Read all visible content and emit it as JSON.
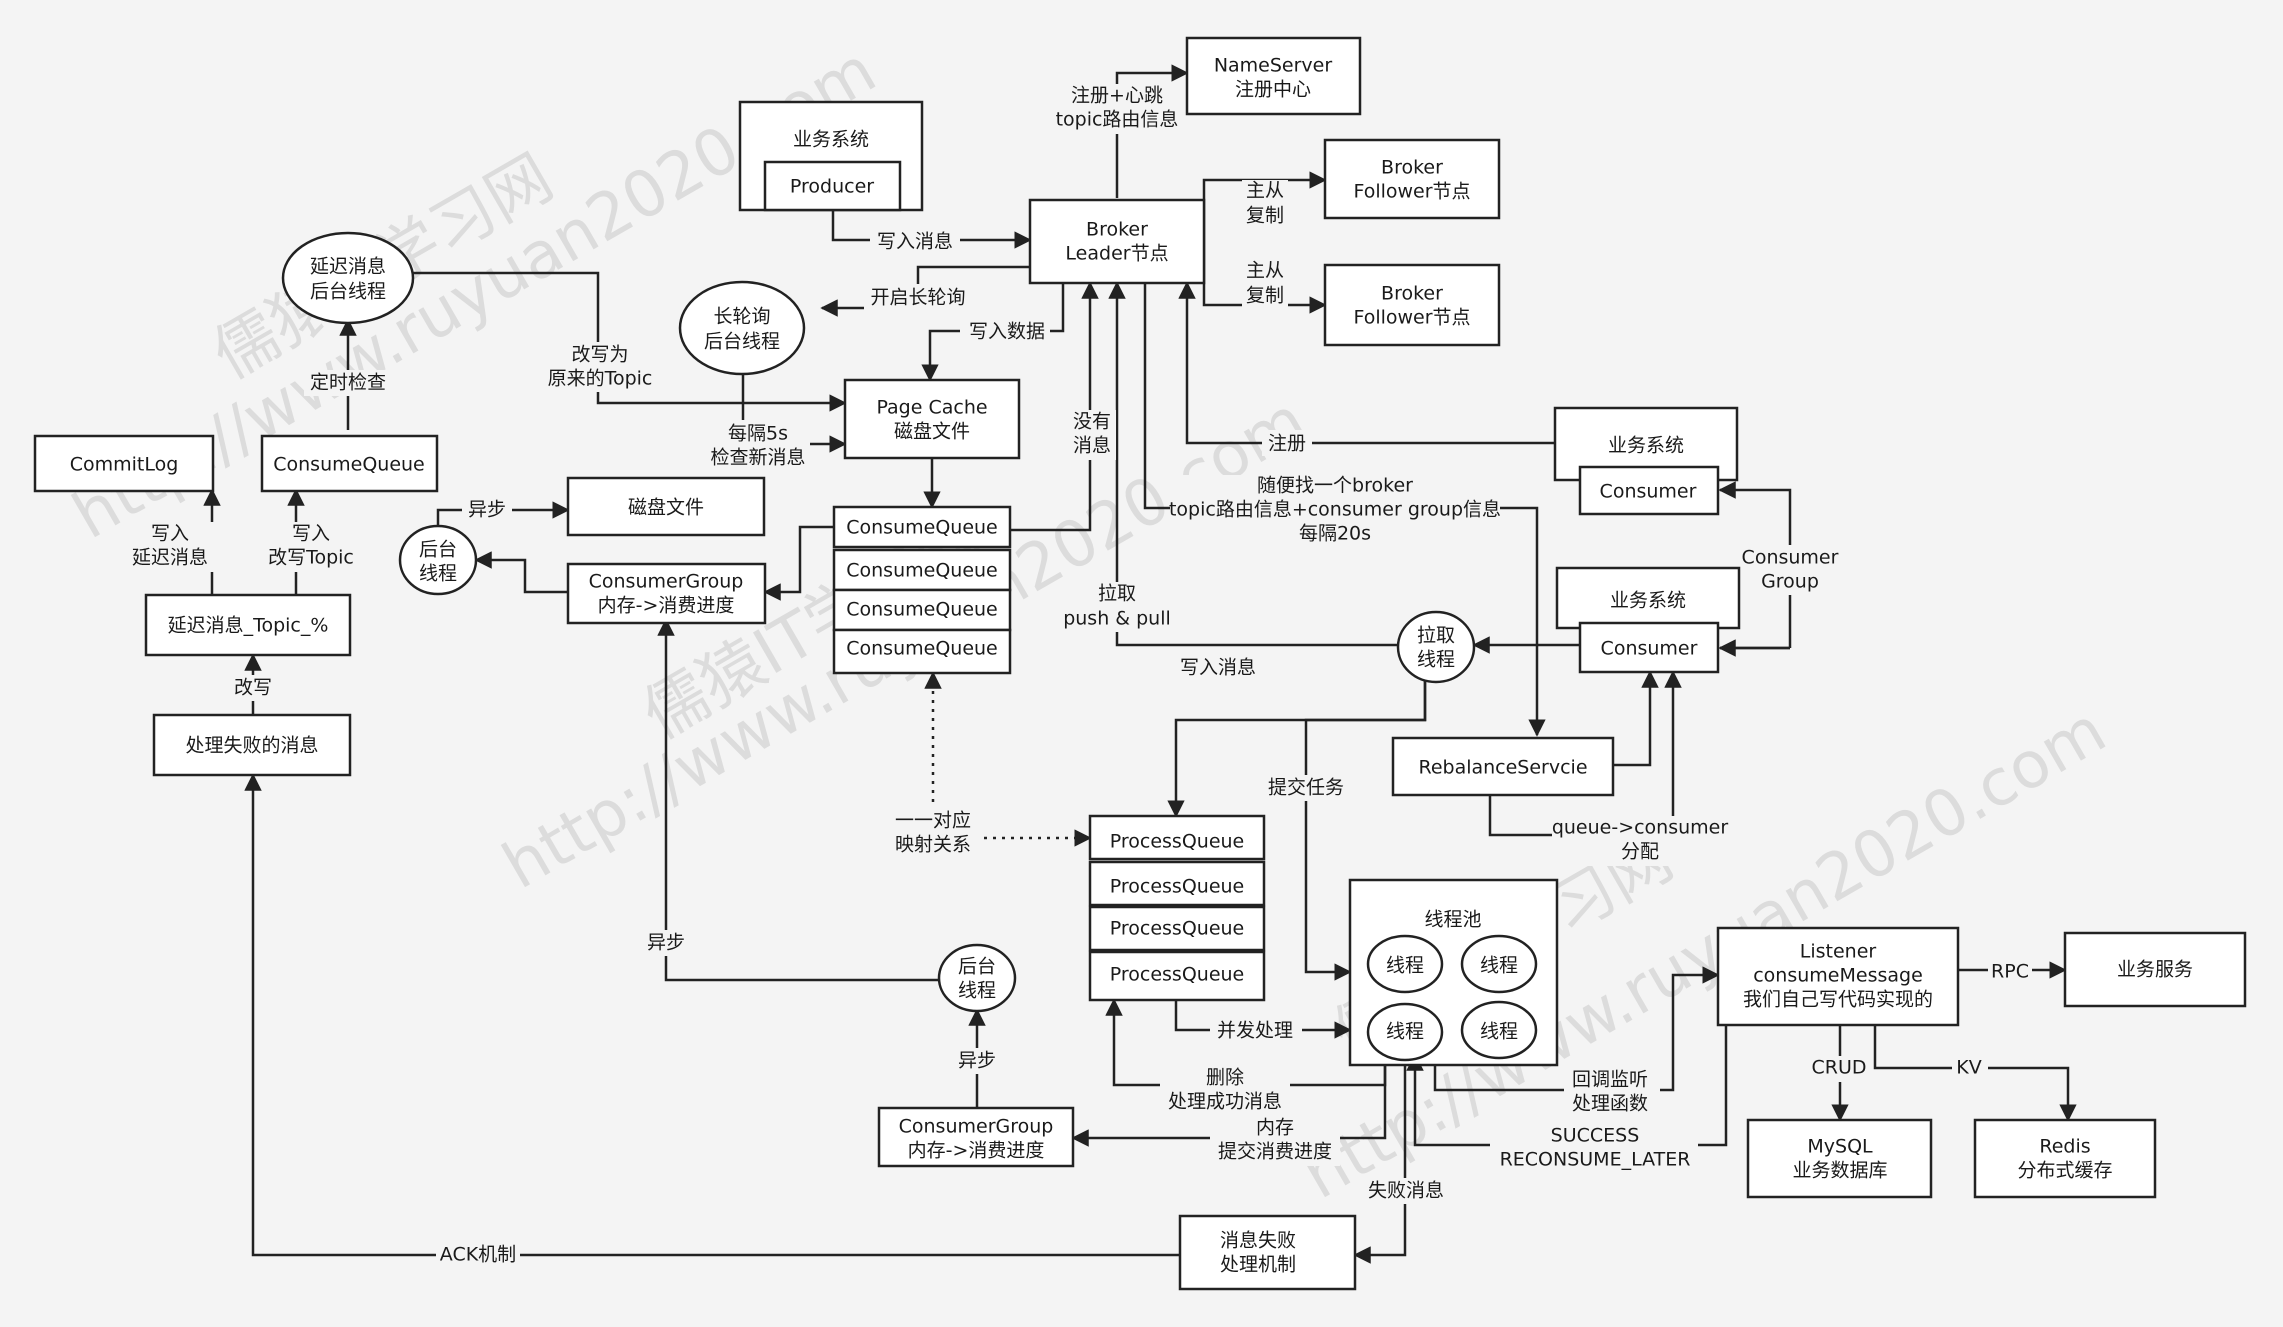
{
  "colors": {
    "background": "#f4f4f4",
    "stroke": "#222222",
    "box_fill": "#ffffff",
    "watermark": "#c9c9c9"
  },
  "watermarks": [
    "儒猿IT学习网",
    "http://www.ruyuan2020.com"
  ],
  "nodes": {
    "biz_sys_top": "业务系统",
    "producer": "Producer",
    "nameserver": [
      "NameServer",
      "注册中心"
    ],
    "broker_leader": [
      "Broker",
      "Leader节点"
    ],
    "follower1": [
      "Broker",
      "Follower节点"
    ],
    "follower2": [
      "Broker",
      "Follower节点"
    ],
    "delay_thread": [
      "延迟消息",
      "后台线程"
    ],
    "long_poll": [
      "长轮询",
      "后台线程"
    ],
    "page_cache": [
      "Page Cache",
      "磁盘文件"
    ],
    "commitlog": "CommitLog",
    "consumequeue_left": "ConsumeQueue",
    "disk_file": "磁盘文件",
    "bg_thread_left": [
      "后台",
      "线程"
    ],
    "consumer_group_mid": [
      "ConsumerGroup",
      "内存->消费进度"
    ],
    "delay_topic": "延迟消息_Topic_%",
    "failed_msg": "处理失败的消息",
    "consume_queues": [
      "ConsumeQueue",
      "ConsumeQueue",
      "ConsumeQueue",
      "ConsumeQueue"
    ],
    "biz_consumer1": "业务系统",
    "consumer1": "Consumer",
    "biz_consumer2": "业务系统",
    "consumer2": "Consumer",
    "pull_thread": [
      "拉取",
      "线程"
    ],
    "rebalance": "RebalanceServcie",
    "process_queues": [
      "ProcessQueue",
      "ProcessQueue",
      "ProcessQueue",
      "ProcessQueue"
    ],
    "thread_pool": "线程池",
    "threads": [
      "线程",
      "线程",
      "线程",
      "线程"
    ],
    "listener": [
      "Listener",
      "consumeMessage",
      "我们自己写代码实现的"
    ],
    "biz_service": "业务服务",
    "mysql": [
      "MySQL",
      "业务数据库"
    ],
    "redis": [
      "Redis",
      "分布式缓存"
    ],
    "bg_thread_bottom": [
      "后台",
      "线程"
    ],
    "consumer_group_bottom": [
      "ConsumerGroup",
      "内存->消费进度"
    ],
    "fail_mechanism": [
      "消息失败",
      "处理机制"
    ]
  },
  "labels": {
    "register_heartbeat": [
      "注册+心跳",
      "topic路由信息"
    ],
    "write_msg": "写入消息",
    "master_slave1": [
      "主从",
      "复制"
    ],
    "master_slave2": [
      "主从",
      "复制"
    ],
    "start_long_poll": "开启长轮询",
    "write_data": "写入数据",
    "rewrite_topic": [
      "改写为",
      "原来的Topic"
    ],
    "every5s": [
      "每隔5s",
      "检查新消息"
    ],
    "timer_check": "定时检查",
    "no_msg": [
      "没有",
      "消息"
    ],
    "register": "注册",
    "random_broker": [
      "随便找一个broker",
      "topic路由信息+consumer group信息",
      "每隔20s"
    ],
    "async_top": "异步",
    "write_delay": [
      "写入",
      "延迟消息"
    ],
    "write_rewrite": [
      "写入",
      "改写Topic"
    ],
    "rewrite": "改写",
    "pull_push": [
      "拉取",
      "push & pull"
    ],
    "write_msg2": "写入消息",
    "consumer_group_lbl": [
      "Consumer",
      "Group"
    ],
    "submit_task": "提交任务",
    "one_to_one": [
      "一一对应",
      "映射关系"
    ],
    "queue_consumer": [
      "queue->consumer",
      "分配"
    ],
    "async_mid": "异步",
    "concurrent": "并发处理",
    "rpc": "RPC",
    "crud": "CRUD",
    "kv": "KV",
    "delete_success": [
      "删除",
      "处理成功消息"
    ],
    "callback": [
      "回调监听",
      "处理函数"
    ],
    "async_bottom": "异步",
    "memory_commit": [
      "内存",
      "提交消费进度"
    ],
    "success_reconsume": [
      "SUCCESS",
      "RECONSUME_LATER"
    ],
    "failed_msg_lbl": "失败消息",
    "ack": "ACK机制"
  }
}
